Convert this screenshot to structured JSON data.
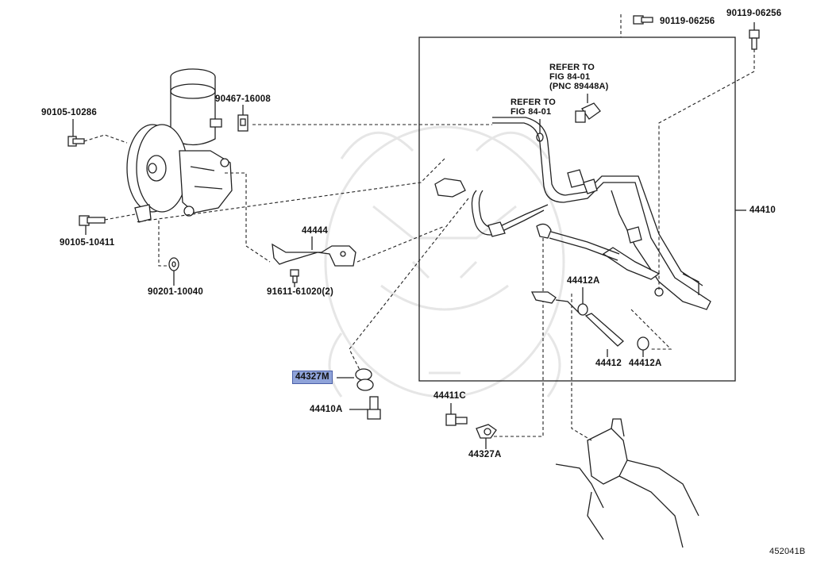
{
  "labels": {
    "p90119_top": "90119-06256",
    "p90119_right": "90119-06256",
    "p90105_10286": "90105-10286",
    "p90467": "90467-16008",
    "refer1": "REFER TO\nFIG 84-01\n(PNC 89448A)",
    "refer2": "REFER TO\nFIG 84-01",
    "p44410": "44410",
    "p44444": "44444",
    "p90105_10411": "90105-10411",
    "p91611": "91611-61020(2)",
    "p90201": "90201-10040",
    "p44412A_top": "44412A",
    "p44412": "44412",
    "p44412A_bottom": "44412A",
    "p44327M": "44327M",
    "p44410A": "44410A",
    "p44411C": "44411C",
    "p44327A": "44327A",
    "figure_id": "452041B"
  },
  "highlight_color": "#8fa3d9"
}
